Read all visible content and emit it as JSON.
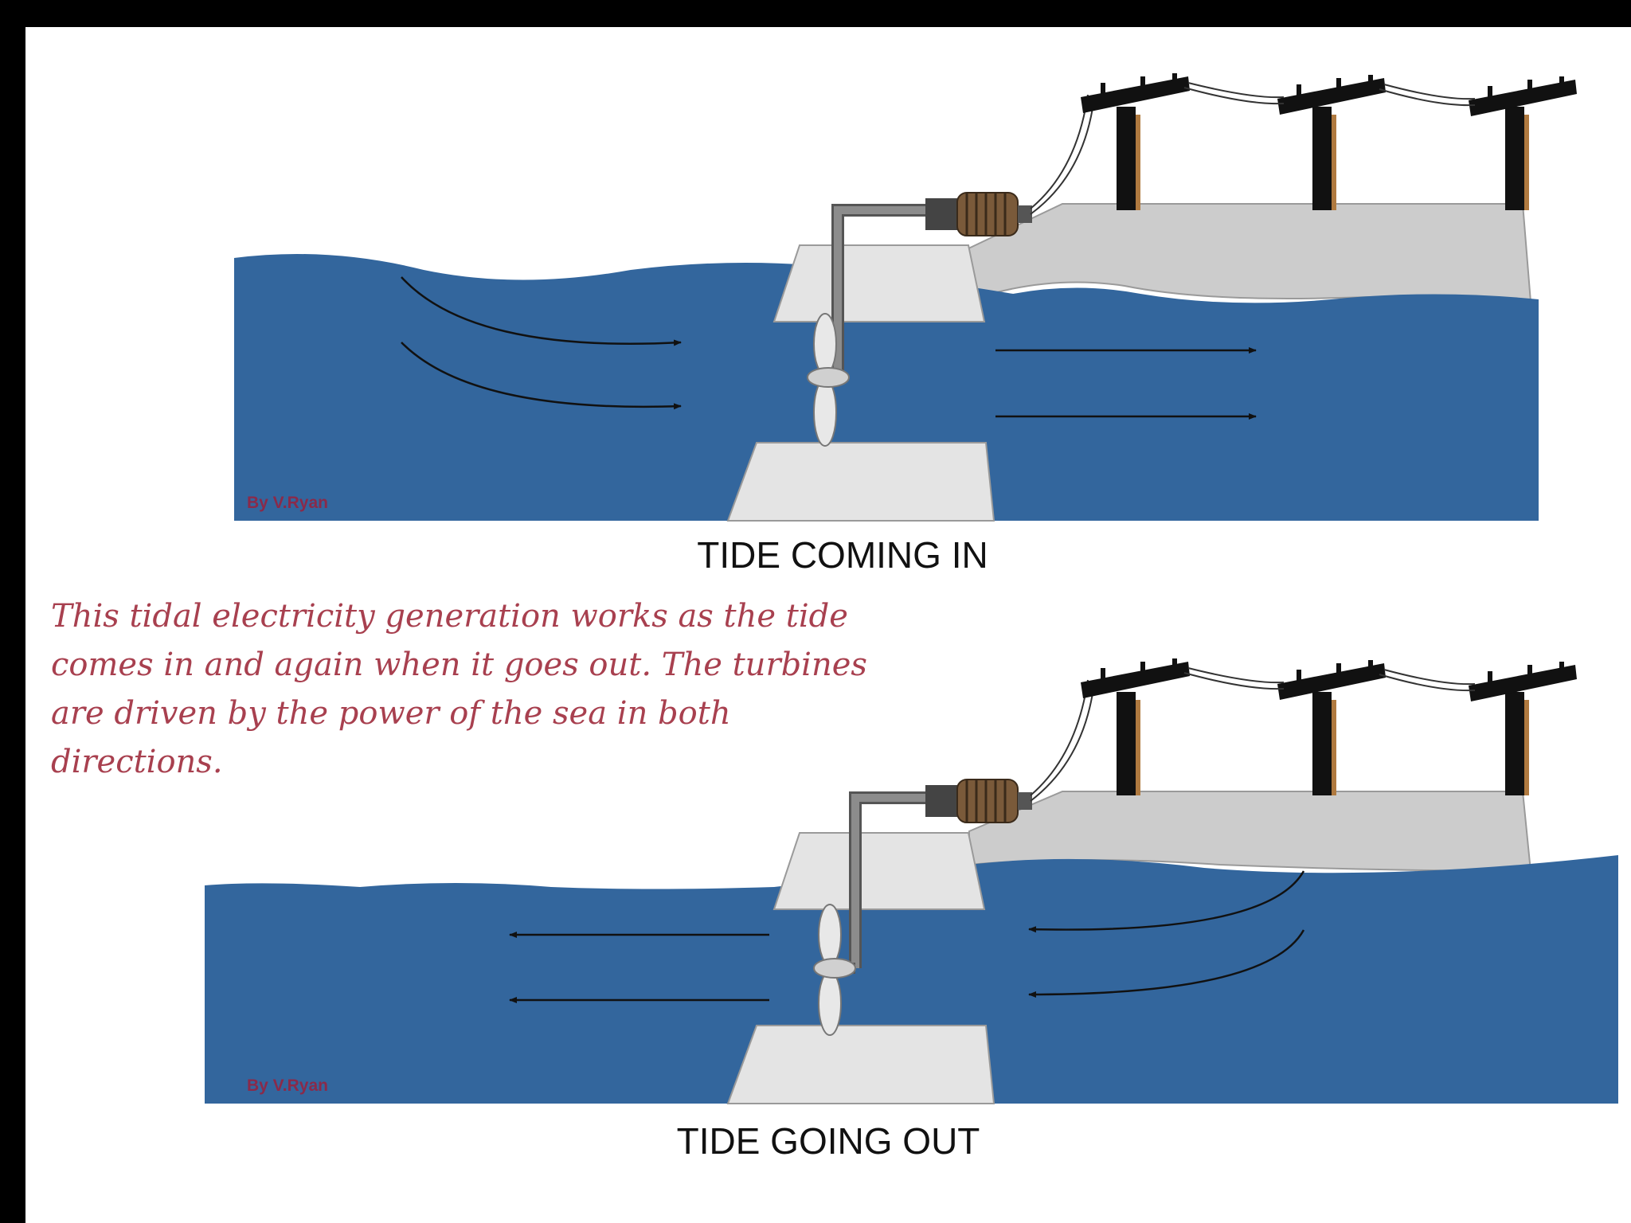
{
  "panels": [
    {
      "caption": "TIDE COMING IN",
      "credit": "By V.Ryan",
      "flow_direction": "right"
    },
    {
      "caption": "TIDE GOING OUT",
      "credit": "By V.Ryan",
      "flow_direction": "left"
    }
  ],
  "description": "This tidal electricity generation works as the tide comes in and again when it goes out. The turbines are driven by the power of the sea in both directions.",
  "colors": {
    "background": "#000000",
    "slide": "#ffffff",
    "sea": "#33669d",
    "concrete": "#e4e4e4",
    "land": "#cccccc",
    "pipe": "#808080",
    "generator": "#7a5a3a",
    "pole_shadow": "#b07a40",
    "pole": "#111111",
    "description_text": "#a8404f"
  }
}
